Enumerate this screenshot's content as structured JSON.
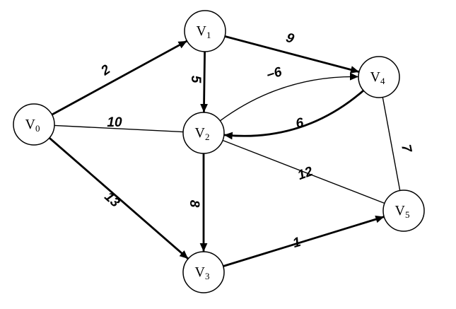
{
  "graph": {
    "nodes": [
      {
        "id": "v0",
        "label": "V",
        "sub": "0"
      },
      {
        "id": "v1",
        "label": "V",
        "sub": "1"
      },
      {
        "id": "v2",
        "label": "V",
        "sub": "2"
      },
      {
        "id": "v3",
        "label": "V",
        "sub": "3"
      },
      {
        "id": "v4",
        "label": "V",
        "sub": "4"
      },
      {
        "id": "v5",
        "label": "V",
        "sub": "5"
      }
    ],
    "edges": [
      {
        "from": "v0",
        "to": "v1",
        "weight": "2",
        "directed": true
      },
      {
        "from": "v0",
        "to": "v2",
        "weight": "10",
        "directed": false
      },
      {
        "from": "v0",
        "to": "v3",
        "weight": "13",
        "directed": true
      },
      {
        "from": "v1",
        "to": "v2",
        "weight": "5",
        "directed": true
      },
      {
        "from": "v1",
        "to": "v4",
        "weight": "9",
        "directed": true
      },
      {
        "from": "v4",
        "to": "v2",
        "weight": "−6",
        "directed": true
      },
      {
        "from": "v2",
        "to": "v4",
        "weight": "6",
        "directed": true
      },
      {
        "from": "v2",
        "to": "v3",
        "weight": "8",
        "directed": true
      },
      {
        "from": "v2",
        "to": "v5",
        "weight": "12",
        "directed": false
      },
      {
        "from": "v3",
        "to": "v5",
        "weight": "1",
        "directed": true
      },
      {
        "from": "v4",
        "to": "v5",
        "weight": "7",
        "directed": false
      }
    ]
  }
}
